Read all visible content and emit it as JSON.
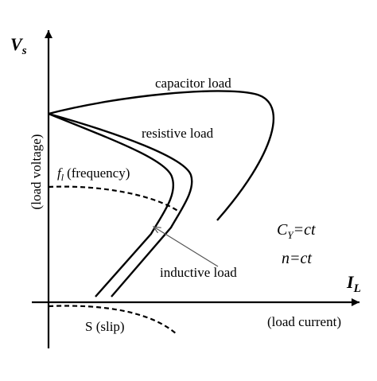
{
  "axes": {
    "y_symbol": "V",
    "y_subscript": "s",
    "y_description": "(load voltage)",
    "x_symbol": "I",
    "x_subscript": "L",
    "x_description": "(load current)"
  },
  "curves": {
    "capacitor": "capacitor load",
    "resistive": "resistive load",
    "inductive": "inductive load",
    "frequency_symbol": "f",
    "frequency_subscript": "l",
    "frequency_text": "(frequency)",
    "slip": "S (slip)"
  },
  "conditions": {
    "cy_symbol": "C",
    "cy_subscript": "Y",
    "cy_rest": "=ct",
    "n": "n=ct"
  }
}
